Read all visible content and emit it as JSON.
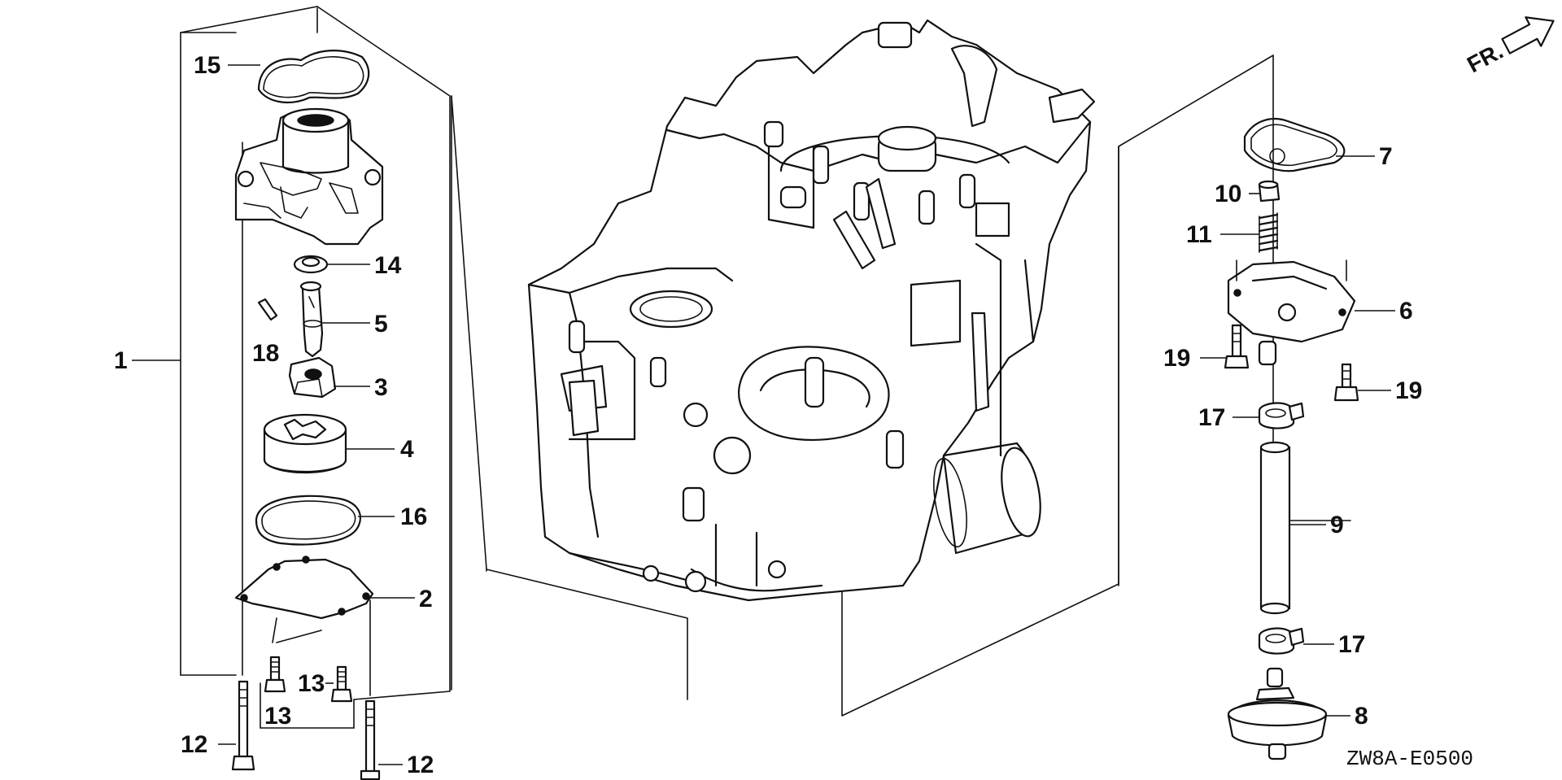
{
  "diagram": {
    "callouts": {
      "c1": "1",
      "c2": "2",
      "c3": "3",
      "c4": "4",
      "c5": "5",
      "c6": "6",
      "c7": "7",
      "c8": "8",
      "c9": "9",
      "c10": "10",
      "c11": "11",
      "c12a": "12",
      "c12b": "12",
      "c13a": "13",
      "c13b": "13",
      "c14": "14",
      "c15": "15",
      "c16": "16",
      "c17a": "17",
      "c17b": "17",
      "c18": "18",
      "c19a": "19",
      "c19b": "19"
    },
    "direction_label": "FR.",
    "diagram_code": "ZW8A-E0500"
  }
}
